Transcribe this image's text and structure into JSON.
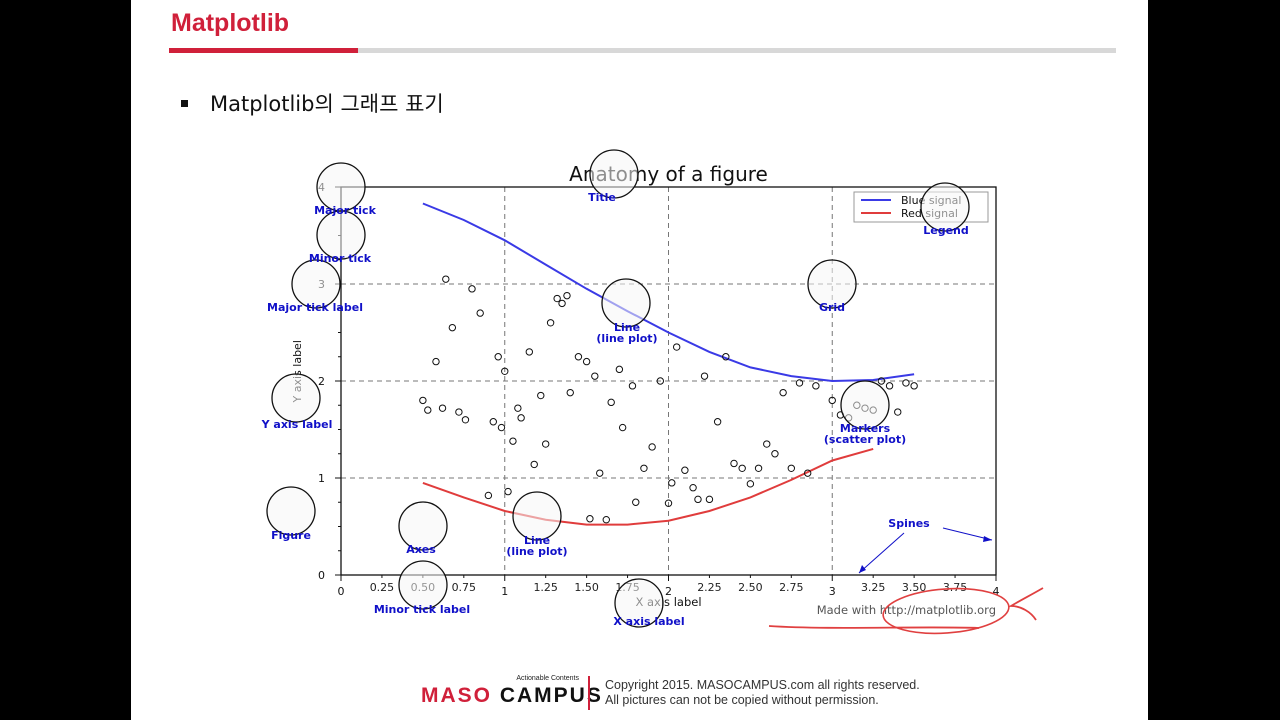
{
  "slide": {
    "title": "Matplotlib",
    "bullet": "Matplotlib의 그래프 표기"
  },
  "footer": {
    "logo_sub": "Actionable Contents",
    "logo_maso": "MASO",
    "logo_campus": "CAMPUS",
    "copyright": "Copyright 2015. MASOCAMPUS.com all rights reserved.",
    "notice": "All pictures can not be copied without permission."
  },
  "colors": {
    "brand_red": "#d0203a",
    "annotation_blue": "#1010c8",
    "blue_signal": "#3a3ae6",
    "red_signal": "#e03c3c"
  },
  "chart_data": {
    "type": "line",
    "title": "Anatomy of a figure",
    "xlabel": "X axis label",
    "ylabel": "Y axis label",
    "xlim": [
      0,
      4
    ],
    "ylim": [
      0,
      4
    ],
    "grid": true,
    "legend_position": "top-right",
    "major_xticks": [
      "0",
      "1",
      "2",
      "3",
      "4"
    ],
    "minor_xticks": [
      "0.25",
      "0.50",
      "0.75",
      "1.25",
      "1.50",
      "1.75",
      "2.25",
      "2.50",
      "2.75",
      "3.25",
      "3.50",
      "3.75"
    ],
    "y_tick_labels": [
      "0",
      "1",
      "2",
      "3",
      "4"
    ],
    "series": [
      {
        "name": "Blue signal",
        "color": "#3a3ae6",
        "x": [
          0.5,
          0.75,
          1.0,
          1.25,
          1.5,
          1.75,
          2.0,
          2.25,
          2.5,
          2.75,
          3.0,
          3.25,
          3.5
        ],
        "y": [
          3.83,
          3.66,
          3.45,
          3.2,
          2.95,
          2.72,
          2.5,
          2.3,
          2.14,
          2.05,
          2.0,
          2.01,
          2.07
        ]
      },
      {
        "name": "Red signal",
        "color": "#e03c3c",
        "x": [
          0.5,
          0.75,
          1.0,
          1.25,
          1.5,
          1.75,
          2.0,
          2.25,
          2.5,
          2.75,
          3.0,
          3.25
        ],
        "y": [
          0.95,
          0.8,
          0.66,
          0.57,
          0.52,
          0.52,
          0.56,
          0.66,
          0.8,
          0.98,
          1.18,
          1.3
        ]
      }
    ],
    "scatter": {
      "x": [
        0.5,
        0.53,
        0.58,
        0.62,
        0.64,
        0.68,
        0.72,
        0.76,
        0.8,
        0.85,
        0.9,
        0.93,
        0.96,
        0.98,
        1.0,
        1.02,
        1.05,
        1.08,
        1.1,
        1.15,
        1.18,
        1.22,
        1.25,
        1.28,
        1.32,
        1.35,
        1.38,
        1.4,
        1.45,
        1.5,
        1.52,
        1.55,
        1.58,
        1.62,
        1.65,
        1.7,
        1.72,
        1.78,
        1.8,
        1.85,
        1.9,
        1.95,
        2.0,
        2.02,
        2.05,
        2.1,
        2.15,
        2.18,
        2.22,
        2.25,
        2.3,
        2.35,
        2.4,
        2.45,
        2.5,
        2.55,
        2.6,
        2.65,
        2.7,
        2.75,
        2.8,
        2.85,
        2.9,
        3.0,
        3.05,
        3.1,
        3.15,
        3.2,
        3.25,
        3.3,
        3.35,
        3.4,
        3.45,
        3.5
      ],
      "y": [
        1.8,
        1.7,
        2.2,
        1.72,
        3.05,
        2.55,
        1.68,
        1.6,
        2.95,
        2.7,
        0.82,
        1.58,
        2.25,
        1.52,
        2.1,
        0.86,
        1.38,
        1.72,
        1.62,
        2.3,
        1.14,
        1.85,
        1.35,
        2.6,
        2.85,
        2.8,
        2.88,
        1.88,
        2.25,
        2.2,
        0.58,
        2.05,
        1.05,
        0.57,
        1.78,
        2.12,
        1.52,
        1.95,
        0.75,
        1.1,
        1.32,
        2.0,
        0.74,
        0.95,
        2.35,
        1.08,
        0.9,
        0.78,
        2.05,
        0.78,
        1.58,
        2.25,
        1.15,
        1.1,
        0.94,
        1.1,
        1.35,
        1.25,
        1.88,
        1.1,
        1.98,
        1.05,
        1.95,
        1.8,
        1.65,
        1.62,
        1.75,
        1.72,
        1.7,
        2.0,
        1.95,
        1.68,
        1.98,
        1.95
      ]
    },
    "annotations": [
      "Major tick",
      "Minor tick",
      "Major tick label",
      "Y axis label",
      "Figure",
      "Axes",
      "Line\n(line plot)",
      "Line\n(line plot)",
      "Title",
      "Legend",
      "Grid",
      "Markers\n(scatter plot)",
      "Spines",
      "Minor tick label",
      "X axis label"
    ],
    "credit": "Made with http://matplotlib.org"
  }
}
